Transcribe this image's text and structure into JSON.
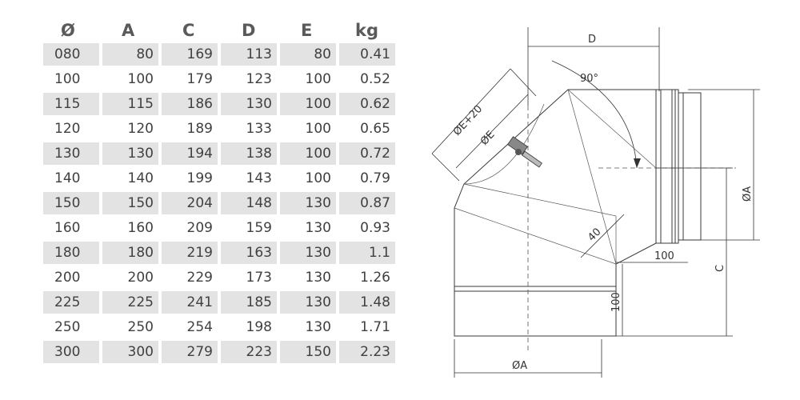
{
  "table": {
    "headers": [
      "Ø",
      "A",
      "C",
      "D",
      "E",
      "kg"
    ],
    "rows": [
      [
        "080",
        "80",
        "169",
        "113",
        "80",
        "0.41"
      ],
      [
        "100",
        "100",
        "179",
        "123",
        "100",
        "0.52"
      ],
      [
        "115",
        "115",
        "186",
        "130",
        "100",
        "0.62"
      ],
      [
        "120",
        "120",
        "189",
        "133",
        "100",
        "0.65"
      ],
      [
        "130",
        "130",
        "194",
        "138",
        "100",
        "0.72"
      ],
      [
        "140",
        "140",
        "199",
        "143",
        "100",
        "0.79"
      ],
      [
        "150",
        "150",
        "204",
        "148",
        "130",
        "0.87"
      ],
      [
        "160",
        "160",
        "209",
        "159",
        "130",
        "0.93"
      ],
      [
        "180",
        "180",
        "219",
        "163",
        "130",
        "1.1"
      ],
      [
        "200",
        "200",
        "229",
        "173",
        "130",
        "1.26"
      ],
      [
        "225",
        "225",
        "241",
        "185",
        "130",
        "1.48"
      ],
      [
        "250",
        "250",
        "254",
        "198",
        "130",
        "1.71"
      ],
      [
        "300",
        "300",
        "279",
        "223",
        "150",
        "2.23"
      ]
    ]
  },
  "drawing": {
    "dim_D": "D",
    "angle": "90°",
    "dim_EplusTwenty": "ØE+20",
    "dim_E": "ØE",
    "dim_A_right": "ØA",
    "dim_forty": "40",
    "dim_hundred_horizontal": "100",
    "dim_C": "C",
    "dim_hundred_vertical": "100",
    "dim_A_bottom": "ØA"
  }
}
